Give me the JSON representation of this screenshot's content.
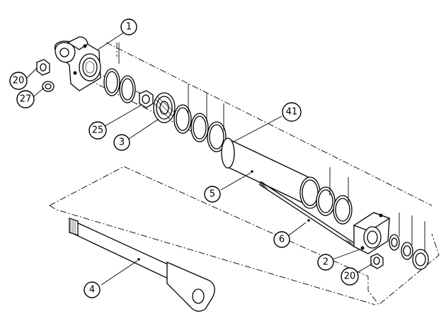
{
  "callouts": [
    {
      "id": "c1",
      "label": "1"
    },
    {
      "id": "c20a",
      "label": "20"
    },
    {
      "id": "c27",
      "label": "27"
    },
    {
      "id": "c25",
      "label": "25"
    },
    {
      "id": "c3",
      "label": "3"
    },
    {
      "id": "c41",
      "label": "41"
    },
    {
      "id": "c5",
      "label": "5"
    },
    {
      "id": "c6",
      "label": "6"
    },
    {
      "id": "c2",
      "label": "2"
    },
    {
      "id": "c20b",
      "label": "20"
    },
    {
      "id": "c4",
      "label": "4"
    }
  ]
}
